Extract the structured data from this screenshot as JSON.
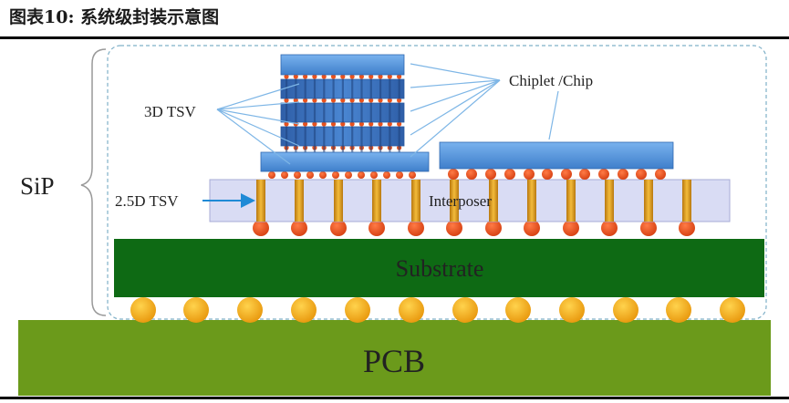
{
  "figure": {
    "title": "图表10:  系统级封装示意图"
  },
  "labels": {
    "sip": "SiP",
    "tsv_3d": "3D TSV",
    "tsv_25d": "2.5D TSV",
    "chiplet": "Chiplet /Chip",
    "interposer": "Interposer",
    "substrate": "Substrate",
    "pcb": "PCB"
  },
  "colors": {
    "pcb": "#6b9a1b",
    "substrate": "#0e6a14",
    "interposer": "#d9dcf4",
    "chip": "#4f8fd6",
    "tsv_pillar": "#e3a020",
    "microbump": "#e8521e",
    "solder_ball": "#f0a81c",
    "frame_dashed": "#7fb0c8",
    "arrow": "#1f8ad6"
  }
}
